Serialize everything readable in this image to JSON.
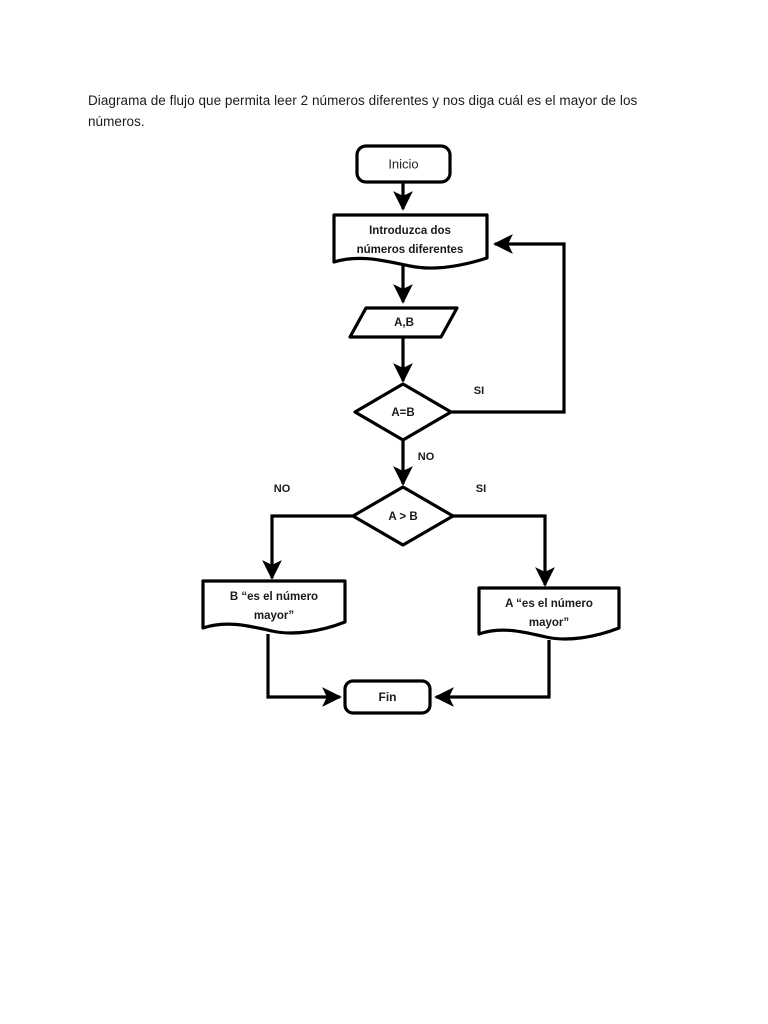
{
  "document": {
    "title_line1": "Diagrama de flujo que permita leer 2 números diferentes y nos diga cuál es el mayor de",
    "title_line2": "los números.",
    "background_color": "#ffffff",
    "ink_color": "#000000"
  },
  "flowchart": {
    "nodes": {
      "start": {
        "label": "Inicio",
        "shape": "terminator"
      },
      "input_prompt": {
        "label_line1": "Introduzca dos",
        "label_line2": "números diferentes",
        "shape": "document"
      },
      "read_values": {
        "label": "A,B",
        "shape": "parallelogram"
      },
      "decision_equal": {
        "label": "A=B",
        "shape": "diamond"
      },
      "decision_greater": {
        "label": "A > B",
        "shape": "diamond"
      },
      "output_b": {
        "label_line1": "B “es el número",
        "label_line2": "mayor”",
        "shape": "document"
      },
      "output_a": {
        "label_line1": "A “es el número",
        "label_line2": "mayor”",
        "shape": "document"
      },
      "end": {
        "label": "Fin",
        "shape": "terminator"
      }
    },
    "branch_labels": {
      "equal_yes": "SI",
      "equal_no": "NO",
      "greater_no": "NO",
      "greater_yes": "SI"
    }
  }
}
